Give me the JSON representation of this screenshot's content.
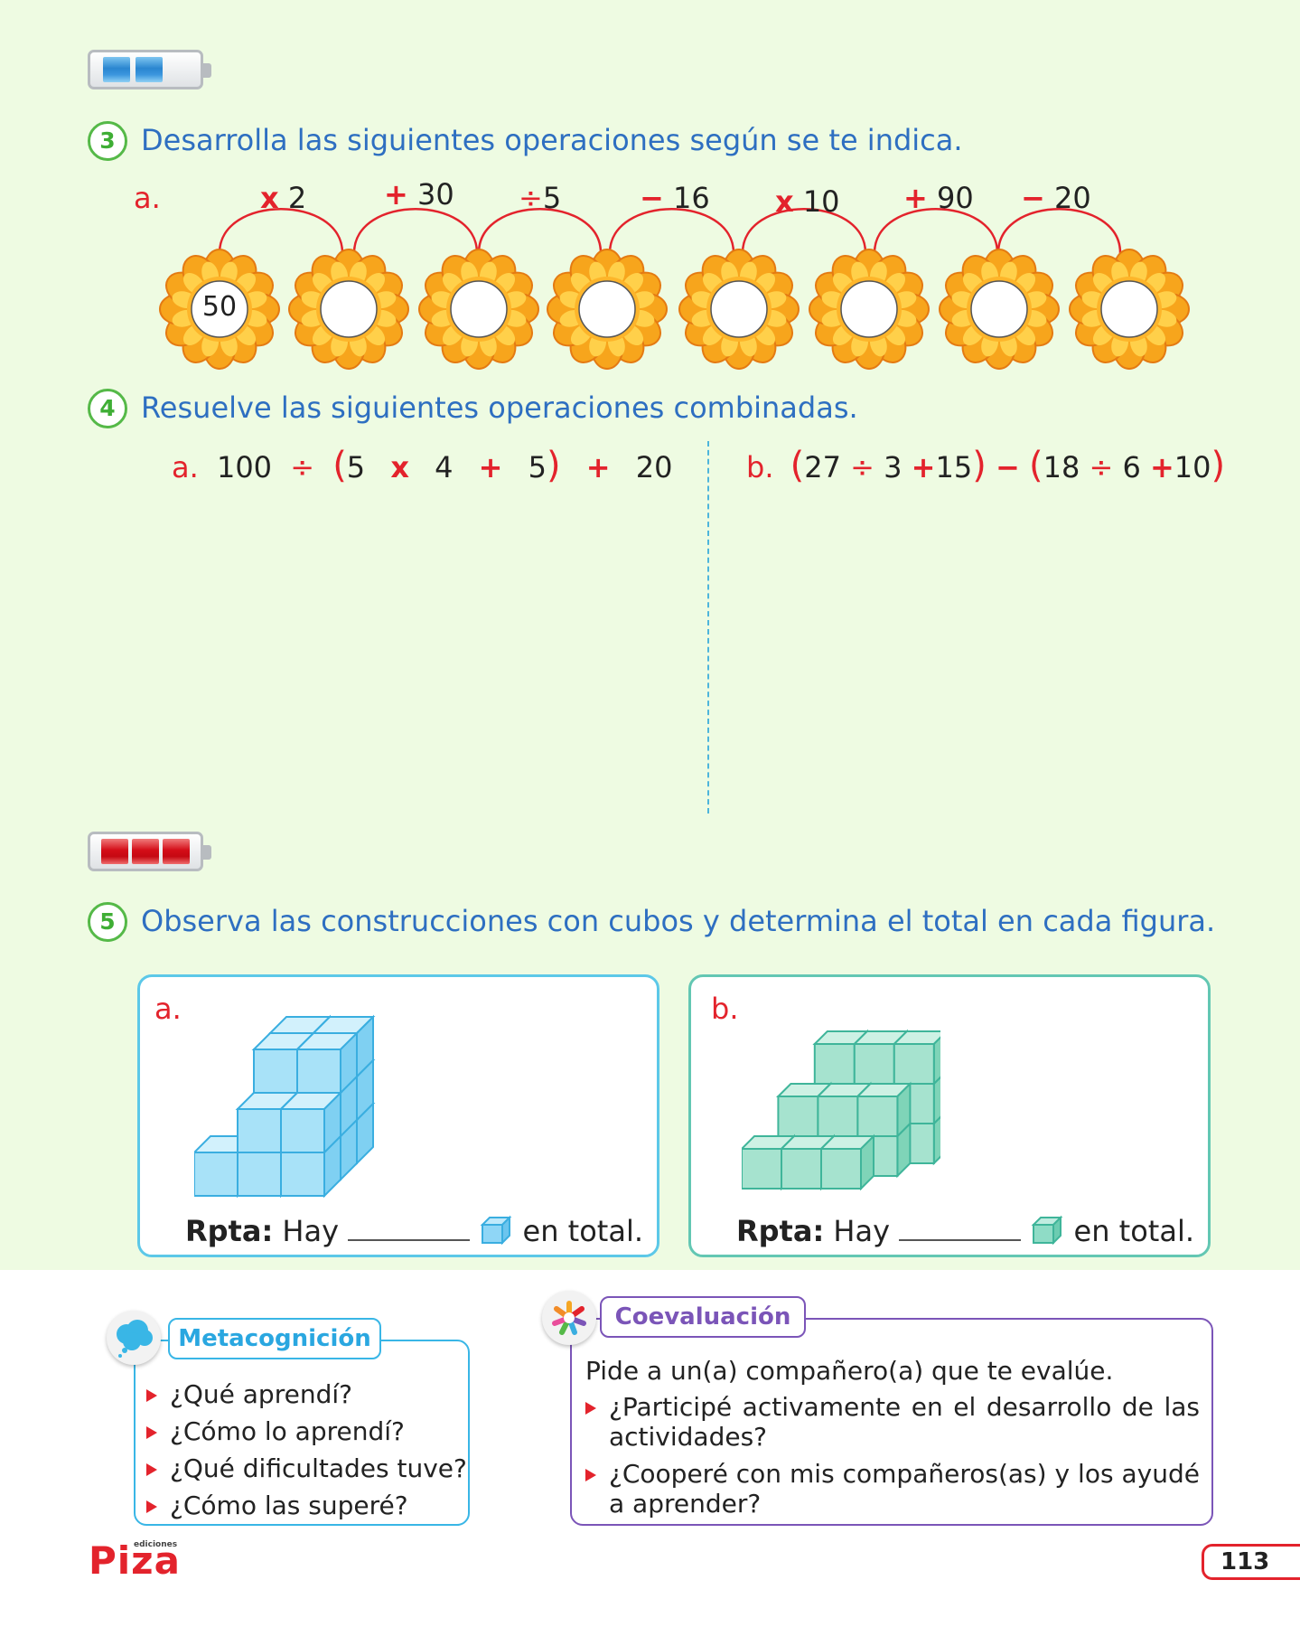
{
  "batteries": {
    "top": "blue-battery-2-of-3",
    "bottom": "red-battery-3-of-3"
  },
  "q3": {
    "number": "3",
    "instruction": "Desarrolla las siguientes operaciones según se te indica.",
    "part_label": "a.",
    "start_value": "50",
    "operations": [
      {
        "sym": "x",
        "num": "2"
      },
      {
        "sym": "+",
        "num": "30"
      },
      {
        "sym": "÷",
        "num": "5"
      },
      {
        "sym": "−",
        "num": "16"
      },
      {
        "sym": "x",
        "num": "10"
      },
      {
        "sym": "+",
        "num": "90"
      },
      {
        "sym": "−",
        "num": "20"
      }
    ]
  },
  "q4": {
    "number": "4",
    "instruction": "Resuelve las siguientes operaciones combinadas.",
    "a": {
      "label": "a.",
      "t1": "100",
      "op1": "÷",
      "po": "(",
      "t2": "5",
      "op2": "x",
      "t3": "4",
      "op3": "+",
      "t4": "5",
      "pc": ")",
      "op4": "+",
      "t5": "20"
    },
    "b": {
      "label": "b.",
      "po1": "(",
      "t1": "27",
      "op1": "÷",
      "t2": "3",
      "op2": "+",
      "t3": "15",
      "pc1": ")",
      "op3": "−",
      "po2": "(",
      "t4": "18",
      "op4": "÷",
      "t5": "6",
      "op5": "+",
      "t6": "10",
      "pc2": ")"
    }
  },
  "q5": {
    "number": "5",
    "instruction": "Observa las construcciones con cubos y determina el total en cada figura.",
    "a": {
      "label": "a.",
      "rpta_bold": "Rpta:",
      "rpta_pre": "Hay",
      "rpta_post": "en total."
    },
    "b": {
      "label": "b.",
      "rpta_bold": "Rpta:",
      "rpta_pre": "Hay",
      "rpta_post": "en total."
    }
  },
  "metacognicion": {
    "title": "Metacognición",
    "items": [
      "¿Qué aprendí?",
      "¿Cómo lo aprendí?",
      "¿Qué dificultades tuve?",
      "¿Cómo las superé?"
    ]
  },
  "coevaluacion": {
    "title": "Coevaluación",
    "intro": "Pide a un(a) compañero(a) que te evalúe.",
    "items": [
      "¿Participé activamente en el desarrollo de las actividades?",
      "¿Cooperé con mis compañeros(as) y los ayudé a aprender?"
    ]
  },
  "footer": {
    "brand": "Piza",
    "brand_small": "ediciones",
    "page": "113"
  }
}
